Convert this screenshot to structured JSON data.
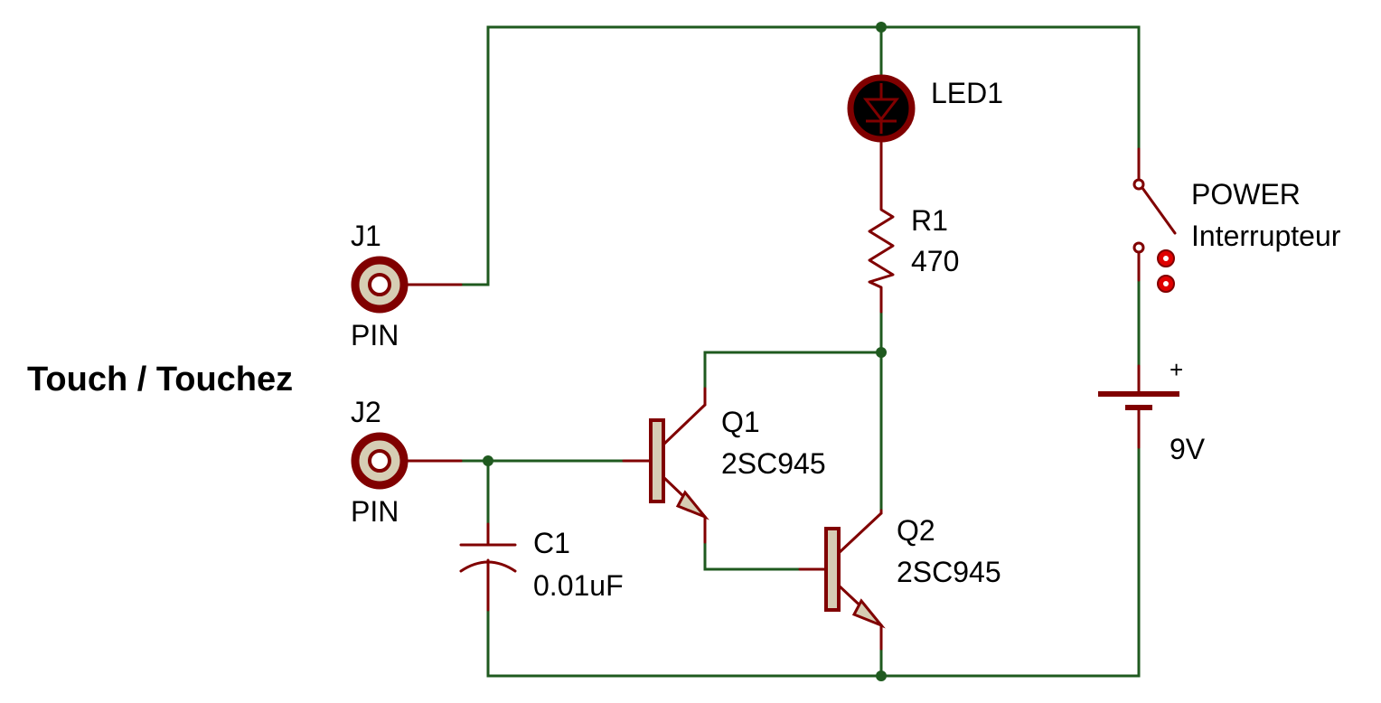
{
  "title": "Touch / Touchez",
  "components": {
    "j1": {
      "ref": "J1",
      "value": "PIN"
    },
    "j2": {
      "ref": "J2",
      "value": "PIN"
    },
    "led1": {
      "ref": "LED1"
    },
    "r1": {
      "ref": "R1",
      "value": "470"
    },
    "q1": {
      "ref": "Q1",
      "value": "2SC945"
    },
    "q2": {
      "ref": "Q2",
      "value": "2SC945"
    },
    "c1": {
      "ref": "C1",
      "value": "0.01uF"
    },
    "power": {
      "ref": "POWER",
      "value": "Interrupteur"
    },
    "battery": {
      "value": "9V",
      "polarity": "+"
    }
  },
  "colors": {
    "wire": "#1f5a1f",
    "component": "#800000",
    "pin_fill": "#d6cdb4",
    "indicator": "#e00000"
  }
}
